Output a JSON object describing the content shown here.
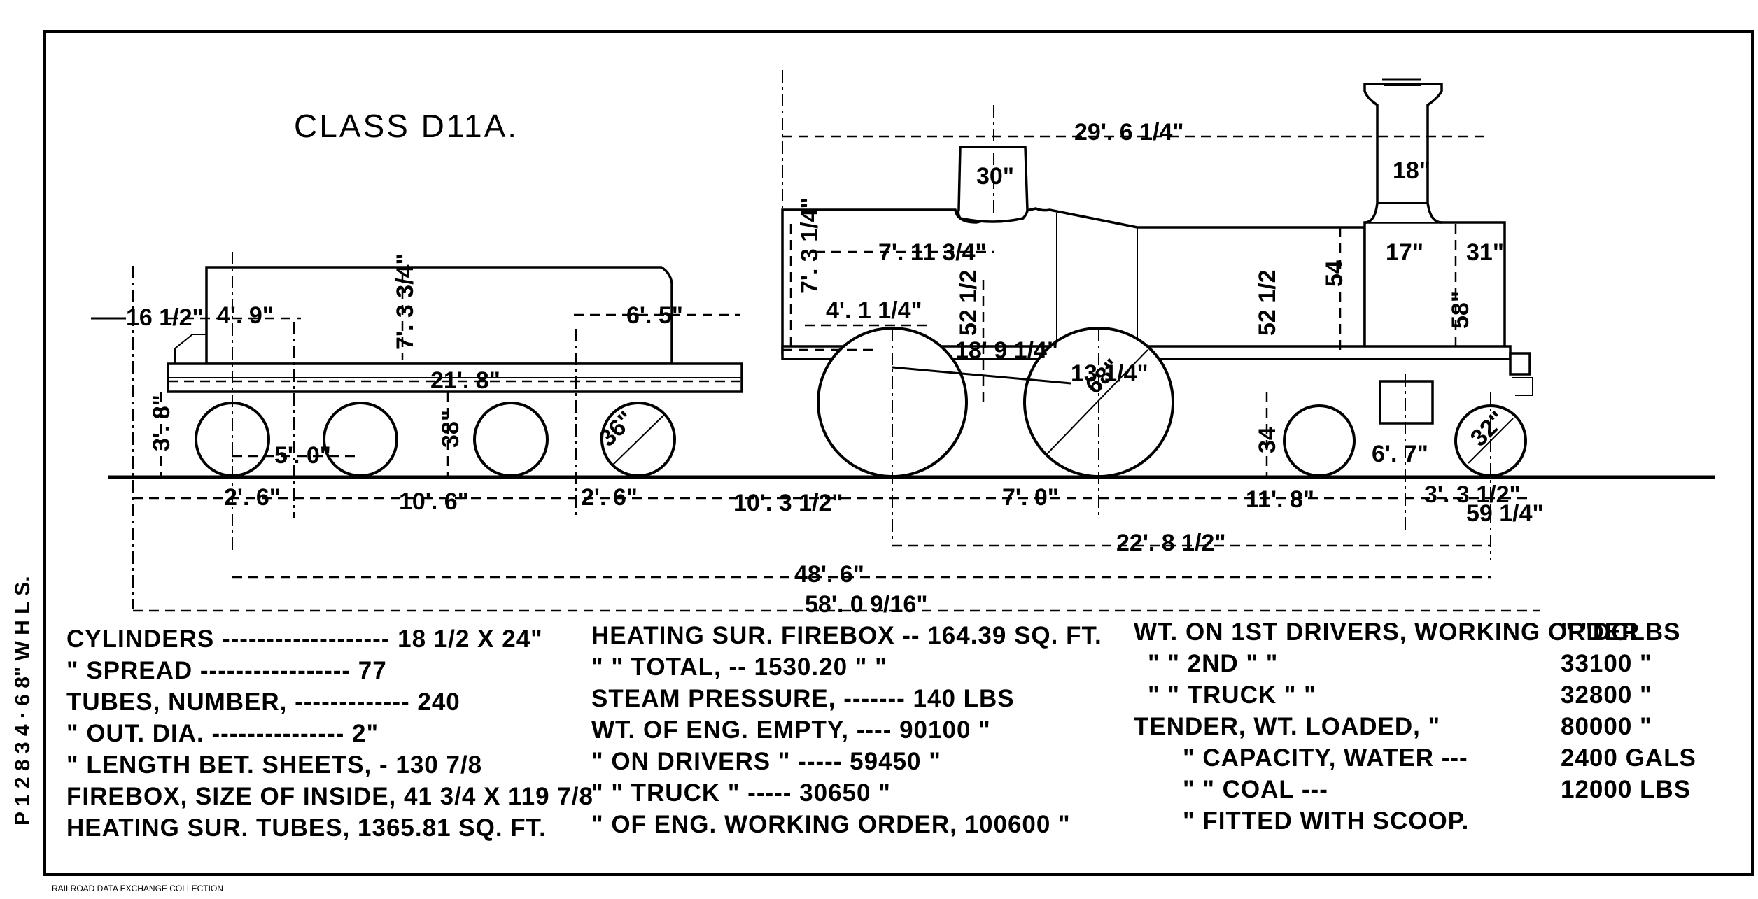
{
  "title": "CLASS D11A.",
  "side_note": "P 1 2 8 3 4 · 6 8\" W H L S.",
  "credit": "RAILROAD DATA EXCHANGE COLLECTION",
  "dimensions": {
    "overall_engine": "29'. 6 1/4\"",
    "dome": "30\"",
    "stack": "18\"",
    "boiler_a": "7'. 11 3/4\"",
    "boiler_height": "7'. 3 1/4\"",
    "firebox_front": "4'. 1 1/4\"",
    "frame_1": "52 1/2",
    "frame_2": "52 1/2",
    "frame_3": "18' 9 1/4\"",
    "crank": "13 1/4\"",
    "driver_dia": "68\"",
    "smokebox": "54",
    "stack_base": "17\"",
    "stack_front": "31\"",
    "smokebox_height": "58\"",
    "truck_height": "34",
    "truck_dia": "32\"",
    "truck_spacing": "6'. 7\"",
    "tender_end": "16 1/2\"",
    "tender_1": "4'. 9\"",
    "tender_height": "7'. 3 3/4\"",
    "tender_2": "6'. 5\"",
    "tender_length": "21'. 8\"",
    "tender_deck": "3'. 8\"",
    "tender_wheel_height": "38\"",
    "tender_wheel_dia": "36\"",
    "tender_axle": "5'. 0\"",
    "b1": "2'. 6\"",
    "b2": "10'. 6\"",
    "b3": "2'. 6\"",
    "b4": "10'. 3 1/2\"",
    "b5": "7'. 0\"",
    "b6": "11'. 8\"",
    "b7": "3'. 3 1/2\"",
    "b8": "59 1/4\"",
    "wheelbase_engine": "22'. 8 1/2\"",
    "wheelbase_total": "48'. 6\"",
    "overall_length": "58'. 0 9/16\""
  },
  "specs": {
    "col1": [
      "CYLINDERS ------------------- 18 1/2 X 24\"",
      "\"  SPREAD ----------------- 77",
      "TUBES, NUMBER, ------------- 240",
      "\"  OUT. DIA. --------------- 2\"",
      "\"  LENGTH BET. SHEETS, - 130 7/8",
      "FIREBOX, SIZE OF INSIDE, 41 3/4 X 119 7/8",
      "HEATING SUR. TUBES, 1365.81 SQ. FT."
    ],
    "col2": [
      "HEATING SUR. FIREBOX -- 164.39 SQ. FT.",
      "\"  \"  TOTAL, -- 1530.20 \" \"",
      "STEAM PRESSURE, ------- 140 LBS",
      "WT. OF ENG. EMPTY, ---- 90100 \"",
      "\"  ON DRIVERS  \" ----- 59450 \"",
      "\"  \" TRUCK  \" ----- 30650 \"",
      "\" OF ENG. WORKING ORDER, 100600 \""
    ],
    "col3": [
      "WT. ON 1ST DRIVERS, WORKING ORDER",
      "\"  \" 2ND  \"  \"",
      "\"  \"  TRUCK  \"  \"",
      "TENDER, WT. LOADED,  \"",
      "\"  CAPACITY, WATER ---",
      "\"  \"  COAL ---",
      "\"  FITTED WITH SCOOP."
    ],
    "col4": [
      "\" \"DCLBS",
      "33100 \"",
      "32800 \"",
      "80000 \"",
      "2400 GALS",
      "12000 LBS",
      ""
    ]
  }
}
